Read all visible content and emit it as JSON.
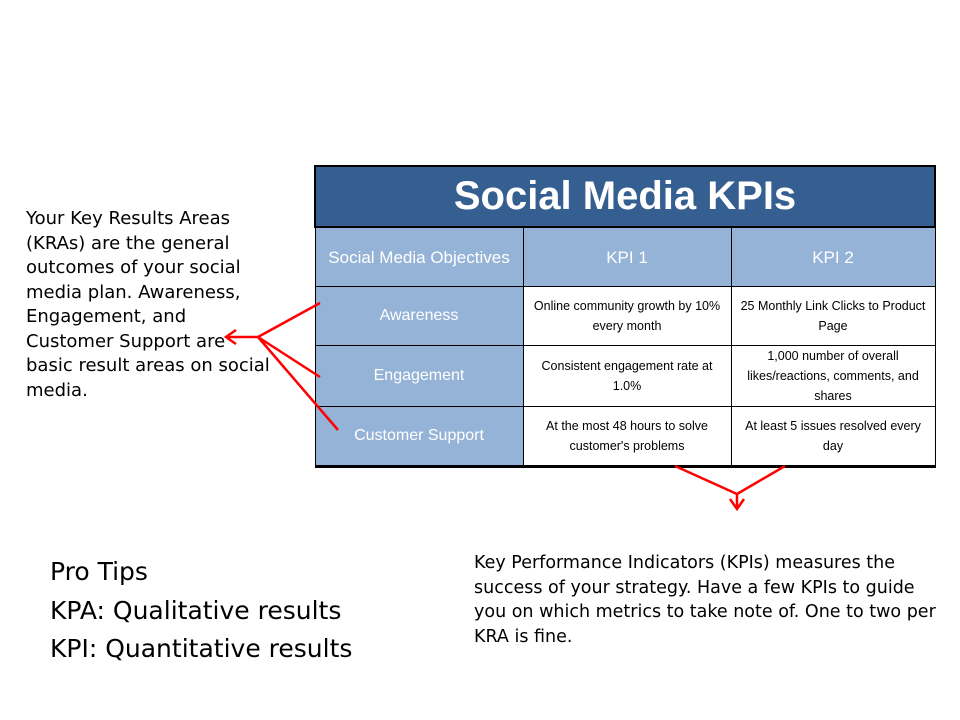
{
  "table": {
    "title": "Social Media KPIs",
    "headers": [
      "Social Media Objectives",
      "KPI 1",
      "KPI 2"
    ],
    "rows": [
      {
        "objective": "Awareness",
        "kpi1": "Online community growth by 10% every month",
        "kpi2": "25 Monthly Link Clicks to Product Page"
      },
      {
        "objective": "Engagement",
        "kpi1": "Consistent engagement rate  at 1.0%",
        "kpi2": "1,000 number of overall likes/reactions, comments, and shares"
      },
      {
        "objective": "Customer Support",
        "kpi1": "At the most 48 hours to solve customer's problems",
        "kpi2": "At least 5 issues resolved every day"
      }
    ]
  },
  "notes": {
    "kra": "Your Key Results Areas (KRAs) are the general outcomes of your social media plan. Awareness, Engagement, and Customer Support are basic result areas on social media.",
    "kpi": "Key Performance Indicators (KPIs) measures the success of your strategy. Have a few KPIs to guide you on which metrics to take note of. One to two per KRA is fine.",
    "pro_tips": [
      "Pro Tips",
      "KPA: Qualitative results",
      "KPI: Quantitative results"
    ]
  },
  "colors": {
    "title_bg": "#365f91",
    "header_bg": "#95b3d7",
    "arrow": "#ff0000"
  }
}
